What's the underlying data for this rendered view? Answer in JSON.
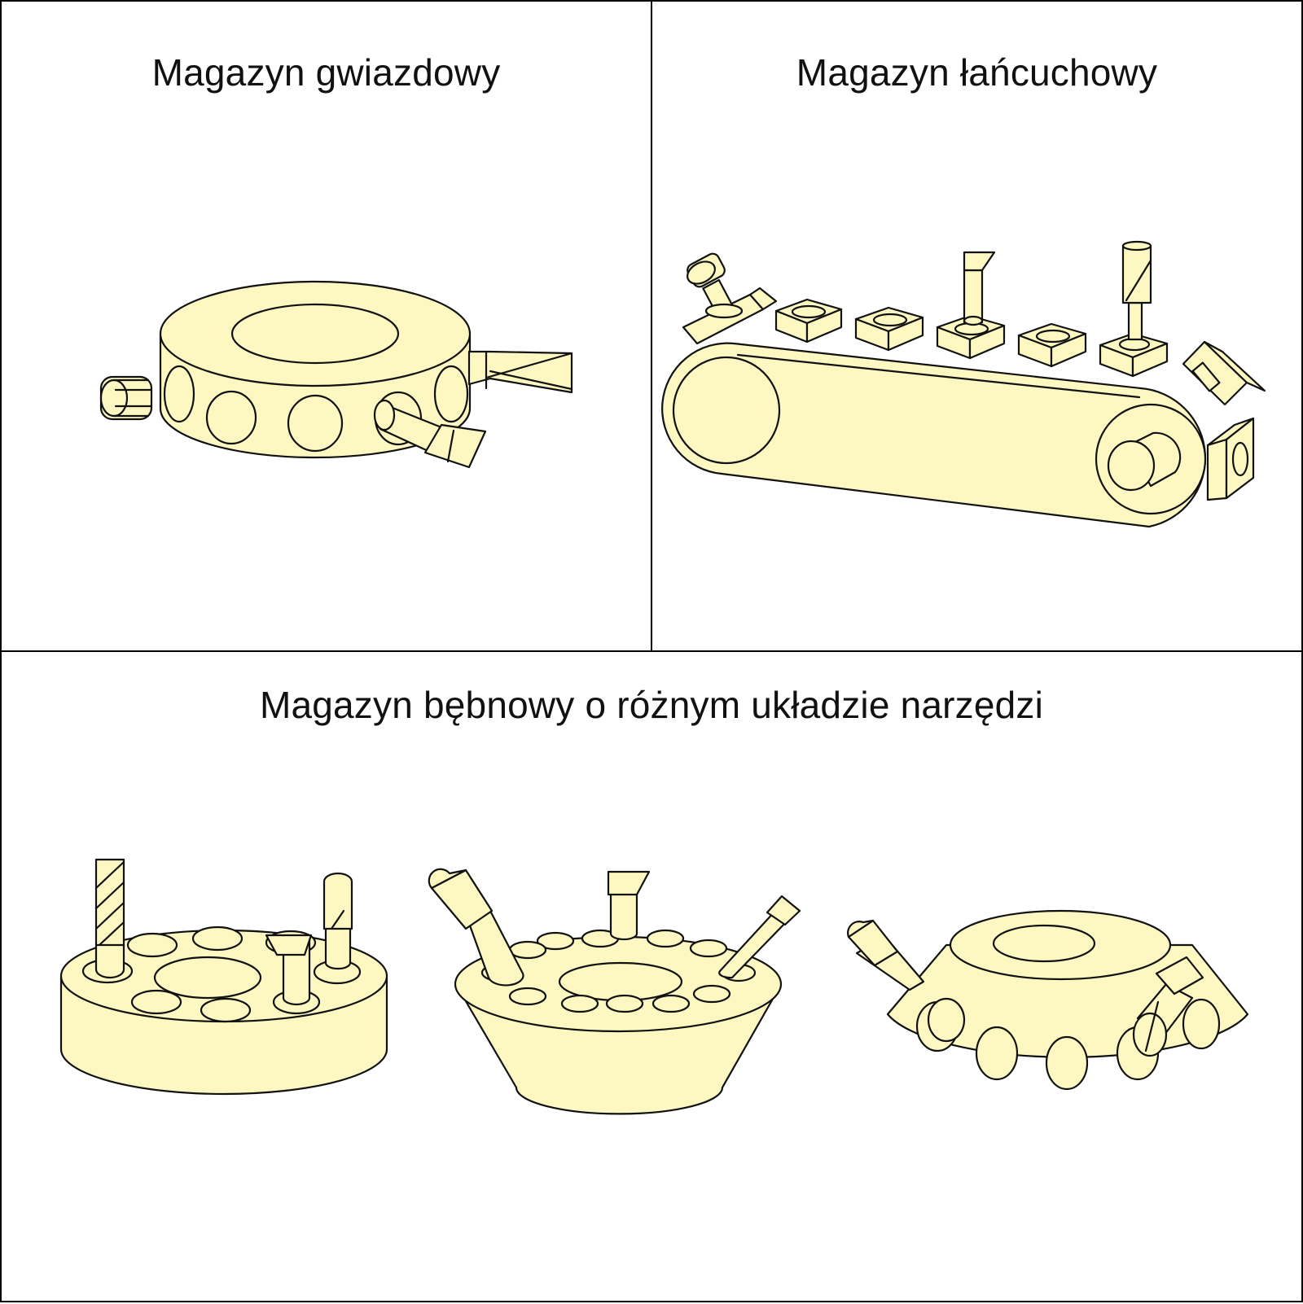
{
  "panels": {
    "star": {
      "title": "Magazyn gwiazdowy"
    },
    "chain": {
      "title": "Magazyn łańcuchowy"
    },
    "drum": {
      "title": "Magazyn bębnowy o różnym układzie narzędzi"
    }
  },
  "colors": {
    "fill": "#fdf8c2",
    "stroke": "#111111",
    "background": "#ffffff"
  }
}
